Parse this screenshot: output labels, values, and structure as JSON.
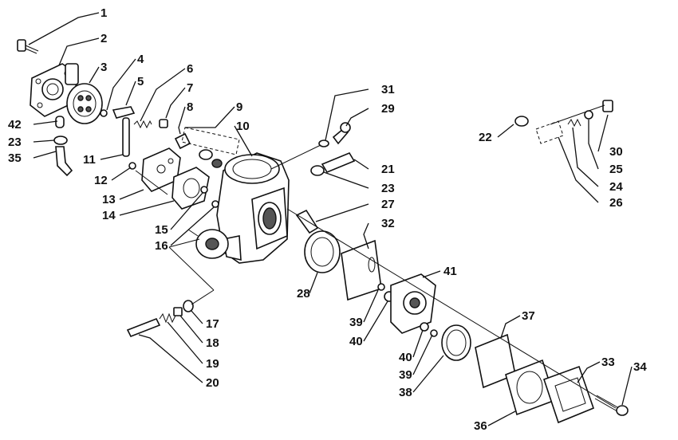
{
  "callouts": [
    {
      "id": "1",
      "label": "1"
    },
    {
      "id": "2",
      "label": "2"
    },
    {
      "id": "3",
      "label": "3"
    },
    {
      "id": "4",
      "label": "4"
    },
    {
      "id": "5",
      "label": "5"
    },
    {
      "id": "6",
      "label": "6"
    },
    {
      "id": "7",
      "label": "7"
    },
    {
      "id": "8",
      "label": "8"
    },
    {
      "id": "9",
      "label": "9"
    },
    {
      "id": "10",
      "label": "10"
    },
    {
      "id": "11",
      "label": "11"
    },
    {
      "id": "12",
      "label": "12"
    },
    {
      "id": "13",
      "label": "13"
    },
    {
      "id": "14",
      "label": "14"
    },
    {
      "id": "15",
      "label": "15"
    },
    {
      "id": "16",
      "label": "16"
    },
    {
      "id": "17",
      "label": "17"
    },
    {
      "id": "18",
      "label": "18"
    },
    {
      "id": "19",
      "label": "19"
    },
    {
      "id": "20",
      "label": "20"
    },
    {
      "id": "21",
      "label": "21"
    },
    {
      "id": "22",
      "label": "22"
    },
    {
      "id": "23a",
      "label": "23"
    },
    {
      "id": "23b",
      "label": "23"
    },
    {
      "id": "24",
      "label": "24"
    },
    {
      "id": "25",
      "label": "25"
    },
    {
      "id": "26",
      "label": "26"
    },
    {
      "id": "27",
      "label": "27"
    },
    {
      "id": "28",
      "label": "28"
    },
    {
      "id": "29",
      "label": "29"
    },
    {
      "id": "30",
      "label": "30"
    },
    {
      "id": "31",
      "label": "31"
    },
    {
      "id": "32",
      "label": "32"
    },
    {
      "id": "33",
      "label": "33"
    },
    {
      "id": "34",
      "label": "34"
    },
    {
      "id": "35",
      "label": "35"
    },
    {
      "id": "36",
      "label": "36"
    },
    {
      "id": "37",
      "label": "37"
    },
    {
      "id": "38",
      "label": "38"
    },
    {
      "id": "39a",
      "label": "39"
    },
    {
      "id": "39b",
      "label": "39"
    },
    {
      "id": "40a",
      "label": "40"
    },
    {
      "id": "40b",
      "label": "40"
    },
    {
      "id": "41",
      "label": "41"
    },
    {
      "id": "42",
      "label": "42"
    }
  ]
}
